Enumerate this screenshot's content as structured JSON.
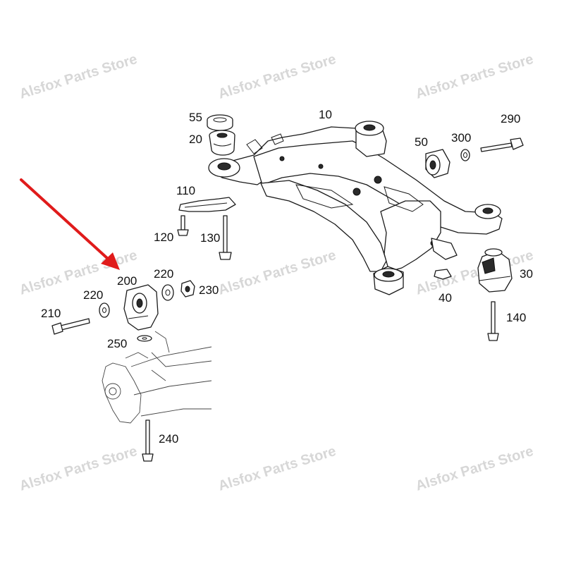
{
  "watermark": "Alsfox Parts Store",
  "callouts": {
    "p10": "10",
    "p20": "20",
    "p30": "30",
    "p40": "40",
    "p50": "50",
    "p55": "55",
    "p110": "110",
    "p120": "120",
    "p130": "130",
    "p140": "140",
    "p200": "200",
    "p210": "210",
    "p220a": "220",
    "p220b": "220",
    "p230": "230",
    "p240": "240",
    "p250": "250",
    "p290": "290",
    "p300": "300"
  },
  "colors": {
    "arrow": "#e01b1b",
    "ink": "#1a1a1a",
    "watermark": "#c9c9c9"
  }
}
